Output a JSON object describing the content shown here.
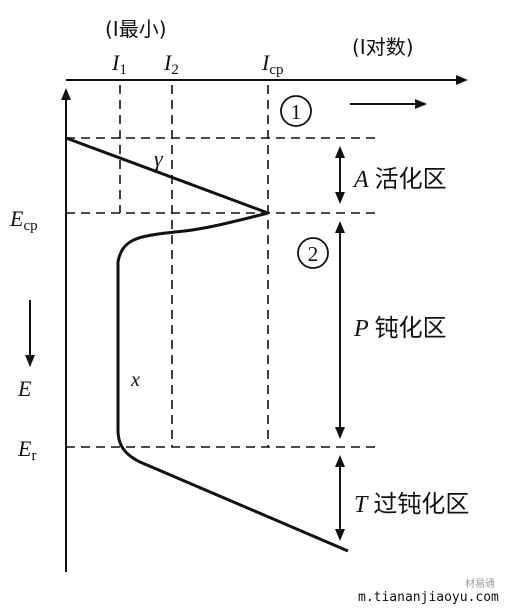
{
  "labels": {
    "i_min": "(I最小)",
    "i_log": "(I对数)",
    "i1_main": "I",
    "i1_sub": "1",
    "i2_main": "I",
    "i2_sub": "2",
    "icp_main": "I",
    "icp_sub": "cp",
    "ecp_main": "E",
    "ecp_sub": "cp",
    "er_main": "E",
    "er_sub": "r",
    "e_axis": "E",
    "gamma": "γ",
    "x_mark": "x",
    "circle1": "1",
    "circle2": "2"
  },
  "regions": {
    "a_letter": "A",
    "a_text": "活化区",
    "p_letter": "P",
    "p_text": "钝化区",
    "t_letter": "T",
    "t_text": "过钝化区"
  },
  "watermark": {
    "url": "m.tiananjiaoyu.com",
    "badge": "材易通"
  },
  "colors": {
    "ink": "#111111",
    "watermark_gray": "#999999"
  }
}
